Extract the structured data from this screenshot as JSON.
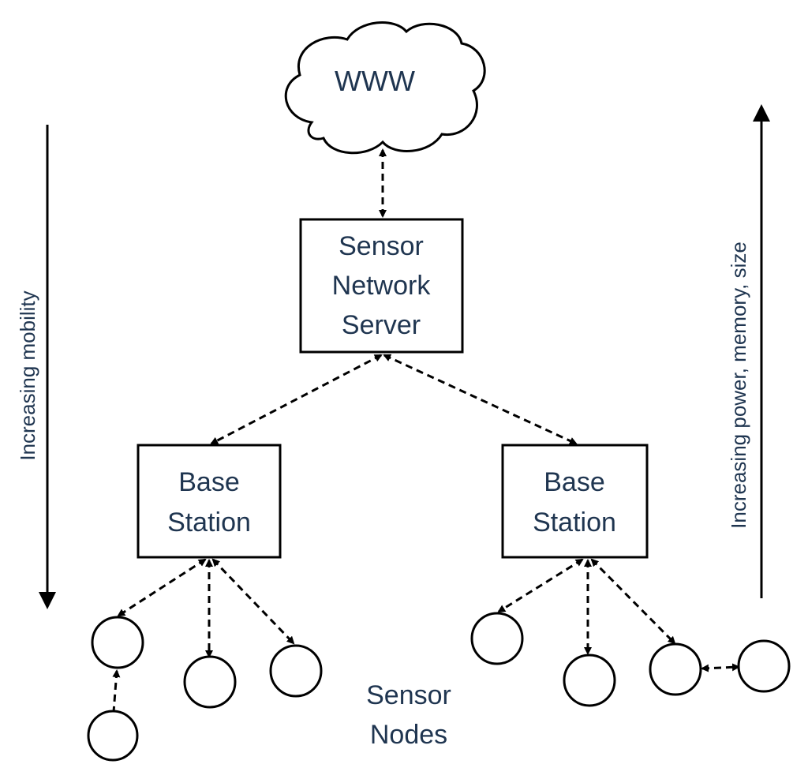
{
  "diagram": {
    "cloud_label": "WWW",
    "server": {
      "lines": [
        "Sensor",
        "Network",
        "Server"
      ]
    },
    "base_station_left": {
      "lines": [
        "Base",
        "Station"
      ]
    },
    "base_station_right": {
      "lines": [
        "Base",
        "Station"
      ]
    },
    "sensor_nodes_label": {
      "lines": [
        "Sensor",
        "Nodes"
      ]
    },
    "left_axis_label": "Increasing mobility",
    "right_axis_label": "Increasing power, memory, size"
  },
  "colors": {
    "text": "#1f3550",
    "lines": "#000000",
    "background": "#ffffff"
  }
}
